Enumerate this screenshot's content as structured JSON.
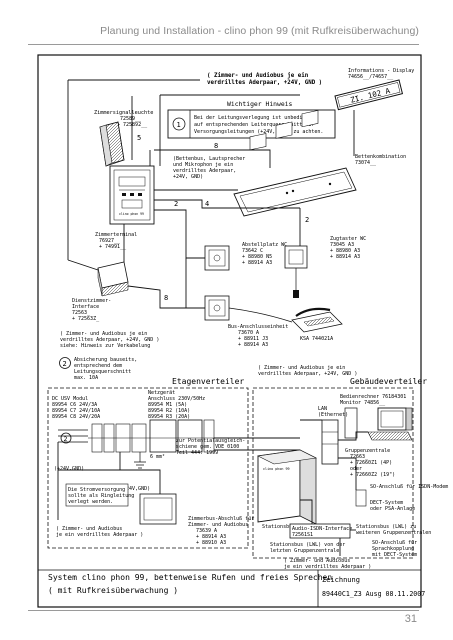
{
  "header": {
    "title": "Planung und Installation - clino phon 99 (mit Rufkreisüberwachung)"
  },
  "page_number": "31",
  "diagram": {
    "top_note": [
      "( Zimmer- und Audiobus je ein",
      "verdrilltes Aderpaar, +24V, GND )"
    ],
    "display": {
      "label": [
        "Informations - Display",
        "74656__/74657__"
      ],
      "text": "ZI. 102 A"
    },
    "room_light": {
      "label": [
        "Zimmersignalleuchte",
        "72589__",
        "+ 725892__"
      ]
    },
    "warning": {
      "title": "Wichtiger Hinweis",
      "number": "1",
      "text": [
        "Bei der Leitungsverlegung ist unbedingt",
        "auf entsprechenden Leiterquerschnitt der",
        "Versorgungsleitungen (+24V, GND) zu achten."
      ]
    },
    "bed_bus": [
      "(Bettenbus, Lautsprecher",
      "und Mikrophon je ein",
      "verdrilltes Aderpaar,",
      "+24V, GND)"
    ],
    "bed_combination": {
      "label": [
        "Bettenkombination",
        "73074__"
      ]
    },
    "room_terminal": {
      "label": [
        "Zimmerterminal",
        "76927__",
        "+ 74991__"
      ],
      "text": "clino phon 99"
    },
    "pull_switch": {
      "label": [
        "Abstellplatz WC",
        "73642 C",
        "+ 88980 N5",
        "+ 88914 A3"
      ]
    },
    "wc_pull": {
      "label": [
        "Zugtaster WC",
        "73045 A3",
        "+ 88980 A3",
        "+ 88914 A3"
      ]
    },
    "servant_interface": {
      "label": [
        "Dienstzimmer-",
        "Interface",
        "72563_",
        "+ 72563Z_"
      ]
    },
    "bus_connection": {
      "label": [
        "Bus-Anschlusseinheit",
        "73670 A",
        "+ 88911 J3",
        "+ 88914 A3"
      ]
    },
    "phone": {
      "label": "KSA 744021A"
    },
    "audio_note": [
      "( Zimmer- und Audiobus je ein",
      "verdrilltes Aderpaar, +24V, GND )",
      "siehe: Hinweis zur Verkabelung"
    ],
    "fuse_note": {
      "number": "2",
      "text": [
        "Absicherung bauseits,",
        "entsprechend dem",
        "Leitungsquerschnitt",
        "max. 10A"
      ]
    },
    "floor_distributor": "Etagenverteiler",
    "building_distributor": "Gebäudeverteiler",
    "floor_note": [
      "( Zimmer- und Audiobus je ein",
      "verdrilltes Aderpaar, +24V, GND )"
    ],
    "dc_module": {
      "title": "DC USV Modul",
      "rows": [
        "89954 C6  24V/3A",
        "89954 C7  24V/10A",
        "89954 C8  24V/20A"
      ]
    },
    "power_supply": {
      "title": [
        "Netzgerät",
        "Anschluss 230V/50Hz"
      ],
      "rows": [
        "89954 M1   (5A)",
        "89954 R2   (10A)",
        "89954 R3   (20A)"
      ]
    },
    "equipotential": [
      "zur Potentialausgleich-",
      "schiene gem. VDE 0100",
      "Teil 444: 1999"
    ],
    "ground_label": "6 mm²",
    "voltage_label_1": "(+24V,GND)",
    "voltage_label_2": "(+24V,GND)",
    "ring_note": [
      "Die Stromversorgung",
      "sollte als Ringleitung",
      "verlegt werden."
    ],
    "bottom_audio_note": [
      "( Zimmer- und Audiobus",
      "je ein verdrilltes Aderpaar )"
    ],
    "room_audio_terminal": {
      "label": [
        "Zimmerbus-Abschluß für",
        "Zimmer- und Audiobus",
        "73639 A",
        "+ 88914 A3",
        "+ 88910 A3"
      ]
    },
    "operator": {
      "label": [
        "Bedienrechner 76184301",
        "Monitor 74856__"
      ]
    },
    "lan": [
      "LAN",
      "(Ethernet)"
    ],
    "group_center": {
      "label": [
        "Gruppenzentrale",
        "72663_",
        "+ 72660Z1 (4P)",
        "oder",
        "+ 72660Z2 (19\")"
      ]
    },
    "station_bus": "Stationsbus (LWL)",
    "cabinet_label": "clino phon 99",
    "isdn_router": "SO-Anschluß für ISDN-Modem",
    "dect": [
      "DECT-System",
      "oder PSA-Anlage"
    ],
    "audio_isdn": {
      "label": [
        "Audio-ISDN-Interface",
        "72561S1"
      ]
    },
    "lwl_note_1": [
      "Stationsbus (LWL) zu",
      "weiteren Gruppenzentralen"
    ],
    "lwl_note_2": [
      "Stationsbus (LWL) von der",
      "letzten Gruppenzentrale"
    ],
    "voice_note": [
      "SO-Anschluß für",
      "Sprachkopplung",
      "mit DECT-System"
    ],
    "bottom_right_note": [
      "( Zimmer- und Audiobus",
      "je ein verdrilltes Aderpaar )"
    ],
    "wire_numbers": [
      "5",
      "8",
      "2",
      "4",
      "2",
      "8"
    ],
    "system_title": [
      "System clino phon 99, bettenweise Rufen und freies Sprechen",
      "( mit Rufkreisüberwachung )"
    ],
    "drawing_label": [
      "Zeichnung",
      "89440C1_Z3 Ausg 08.11.2007"
    ]
  }
}
